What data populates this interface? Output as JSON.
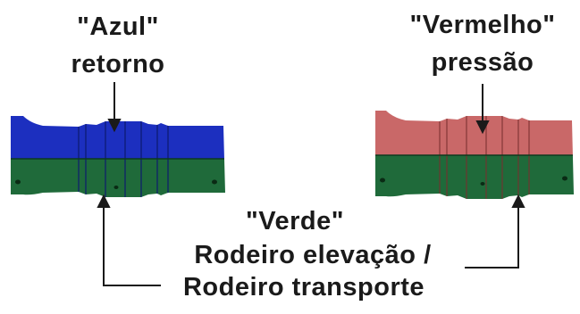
{
  "labels": {
    "blue_title": "\"Azul\"",
    "blue_sub": "retorno",
    "red_title": "\"Vermelho\"",
    "red_sub": "pressão",
    "green_title": "\"Verde\"",
    "green_line1": "Rodeiro elevação /",
    "green_line2": "Rodeiro transporte"
  },
  "handles": [
    {
      "name": "left-handle",
      "top_color": "#1c2fbf",
      "bottom_color": "#1f6a3a"
    },
    {
      "name": "right-handle",
      "top_color": "#c96868",
      "bottom_color": "#1f6a3a"
    }
  ],
  "line_color": "#1a1a1a"
}
